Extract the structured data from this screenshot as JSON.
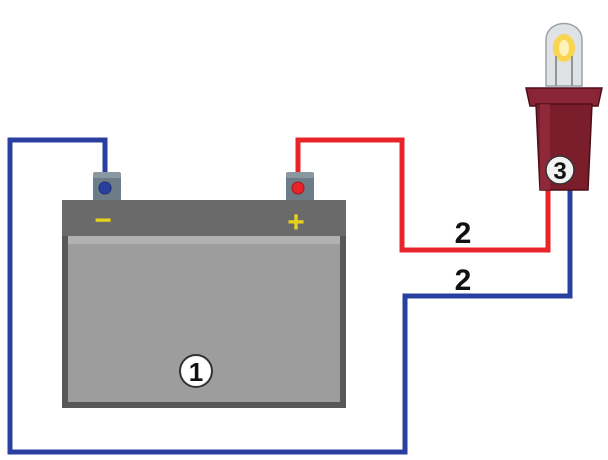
{
  "labels": {
    "battery": "1",
    "wire_top": "2",
    "wire_bottom": "2",
    "bulb": "3",
    "negative": "−",
    "positive": "+"
  },
  "colors": {
    "background": "#ffffff",
    "battery_body": "#8c8c8c",
    "battery_face": "#9d9d9d",
    "battery_border": "#585858",
    "terminal": "#6d7c86",
    "positive_wire": "#e8242a",
    "negative_wire": "#2940a0",
    "polarity_sign": "#e6d21a",
    "bulb_socket": "#7a1e2c",
    "bulb_glass": "#dfe3e6",
    "filament": "#ffd23a"
  }
}
